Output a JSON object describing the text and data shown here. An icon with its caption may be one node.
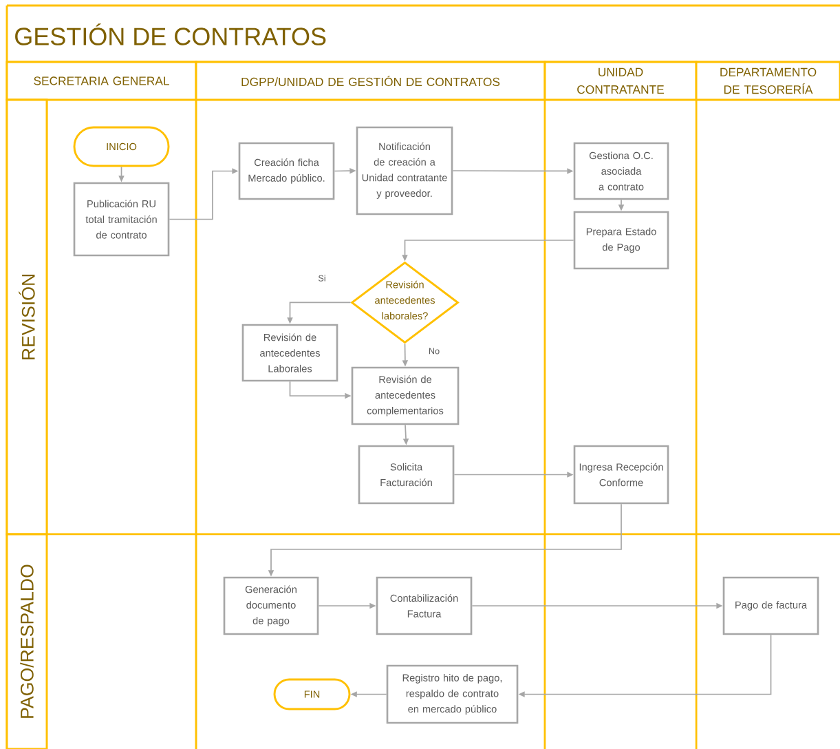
{
  "diagram": {
    "title": "GESTIÓN DE CONTRATOS",
    "nodes": [
      {
        "text": [
          "SECRETARIA GENERAL"
        ]
      },
      {
        "text": [
          "DGPP/UNIDAD DE GESTIÓN DE CONTRATOS"
        ]
      },
      {
        "text": [
          "UNIDAD CONTRATANTE"
        ]
      },
      {
        "text": [
          "DEPARTAMENTO DE TESORERÍA"
        ]
      },
      {
        "text": [
          "REVISIÓN"
        ]
      },
      {
        "text": [
          "PAGO/RESPALDO"
        ]
      },
      {
        "text": [
          "INICIO"
        ]
      },
      {
        "text": [
          "Publicación RU total tramitación de contrato"
        ]
      },
      {
        "text": [
          "Creación ficha Mercado público."
        ]
      },
      {
        "text": [
          "Notificación de creación a Unidad contratante y proveedor."
        ]
      },
      {
        "text": [
          "Gestiona O.C. asociada a contrato"
        ]
      },
      {
        "text": [
          "Prepara Estado de Pago"
        ]
      },
      {
        "text": [
          "Revisión antecedentes laborales?"
        ]
      },
      {
        "text": [
          "Revisión de antecedentes Laborales"
        ]
      },
      {
        "text": [
          "Revisión de antecedentes complementarios"
        ]
      },
      {
        "text": [
          "Solicita Facturación"
        ]
      },
      {
        "text": [
          "Ingresa Recepción Conforme"
        ]
      },
      {
        "text": [
          "Generación documento de pago"
        ]
      },
      {
        "text": [
          "Contabilización Factura"
        ]
      },
      {
        "text": [
          "Pago de factura"
        ]
      },
      {
        "text": [
          "Registro hito de pago, respaldo de contrato en mercado público"
        ]
      },
      {
        "text": [
          "FIN"
        ]
      }
    ],
    "edges": [
      {
        "from": 6,
        "to": 7,
        "arrow": "to"
      },
      {
        "from": 7,
        "to": 8,
        "arrow": "to"
      },
      {
        "from": 8,
        "to": 9,
        "arrow": "to"
      },
      {
        "from": 9,
        "to": 10,
        "arrow": "to"
      },
      {
        "from": 10,
        "to": 11,
        "arrow": "to"
      },
      {
        "from": 11,
        "to": 12,
        "arrow": "to"
      },
      {
        "from": 12,
        "to": 13,
        "arrow": "to",
        "label": "Si"
      },
      {
        "from": 12,
        "to": 14,
        "arrow": "to",
        "label": "No"
      },
      {
        "from": 13,
        "to": 14,
        "arrow": "to"
      },
      {
        "from": 14,
        "to": 15,
        "arrow": "to"
      },
      {
        "from": 15,
        "to": 16,
        "arrow": "to"
      },
      {
        "from": 16,
        "to": 17,
        "arrow": "to"
      },
      {
        "from": 17,
        "to": 18,
        "arrow": "to"
      },
      {
        "from": 18,
        "to": 19,
        "arrow": "to"
      },
      {
        "from": 19,
        "to": 20,
        "arrow": "to"
      },
      {
        "from": 20,
        "to": 21,
        "arrow": "to"
      }
    ]
  }
}
